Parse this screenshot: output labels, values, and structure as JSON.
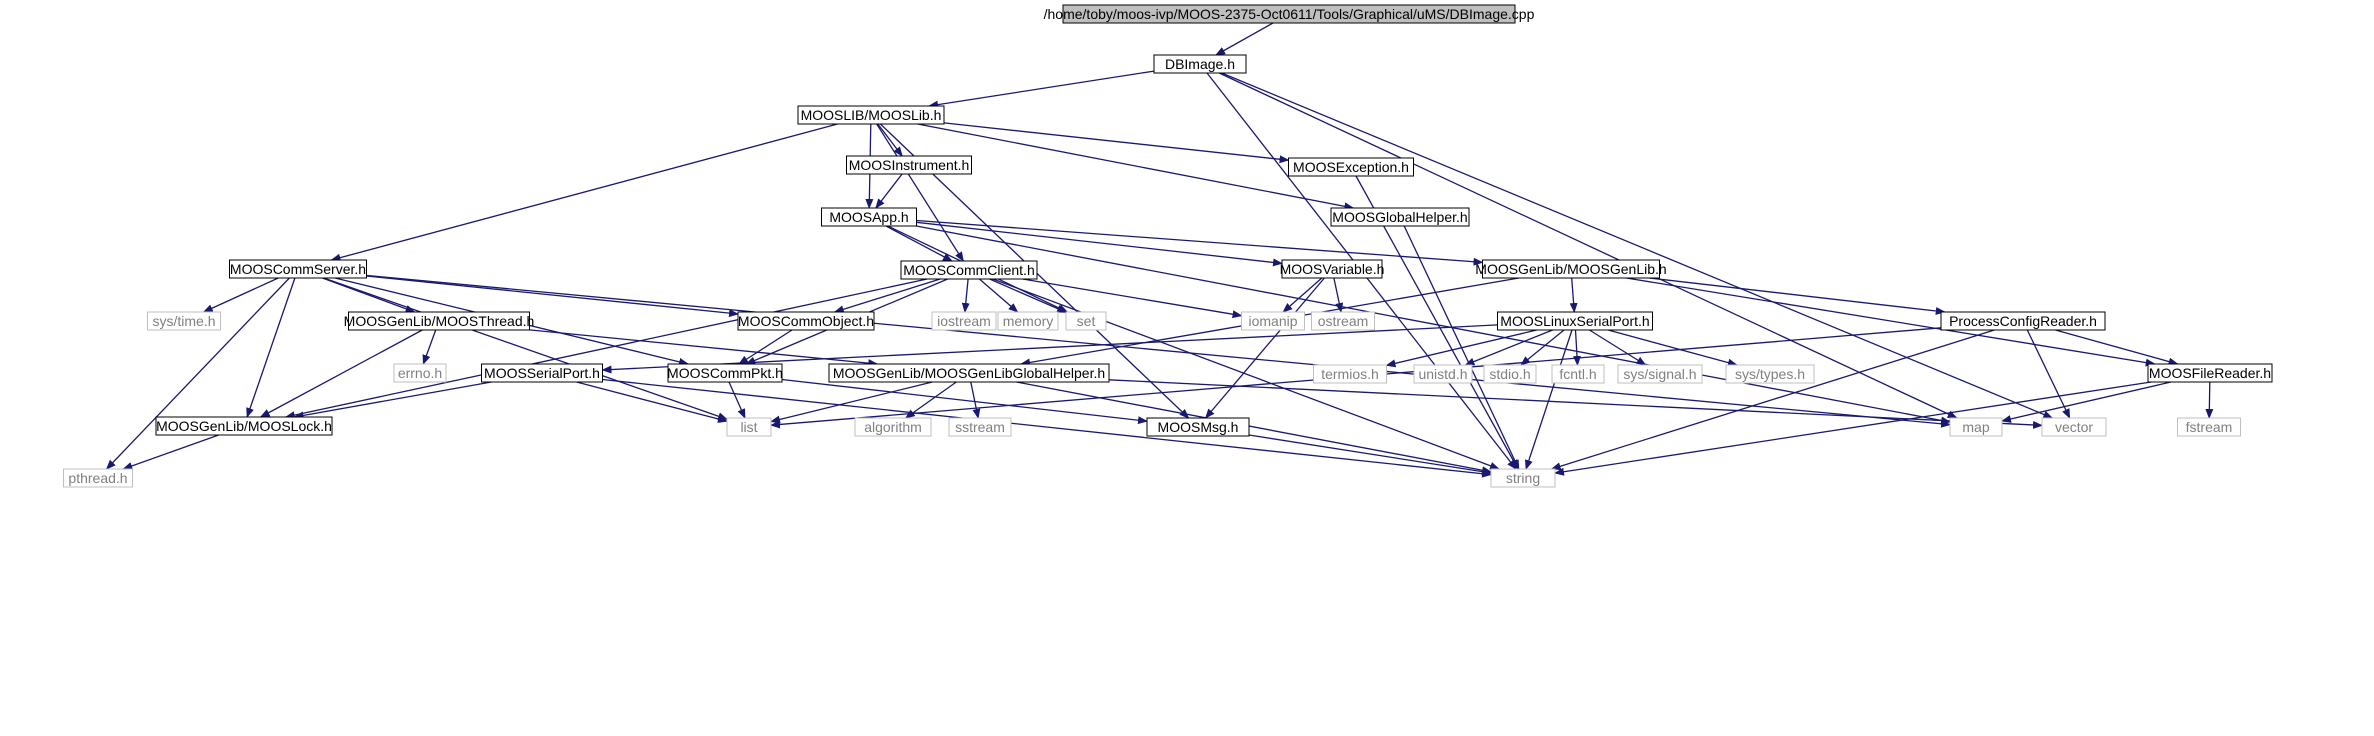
{
  "colors": {
    "edge": "#191970",
    "root_fill": "#bfbfbf",
    "header_stroke": "#000000",
    "system_stroke": "#bfbfbf",
    "node_fill": "#ffffff",
    "system_text": "#808080"
  },
  "nodes": [
    {
      "id": "root",
      "label": "/home/toby/moos-ivp/MOOS-2375-Oct0611/Tools/Graphical/uMS/DBImage.cpp",
      "kind": "root"
    },
    {
      "id": "dbimage",
      "label": "DBImage.h",
      "kind": "header"
    },
    {
      "id": "moosliblib",
      "label": "MOOSLIB/MOOSLib.h",
      "kind": "header"
    },
    {
      "id": "moosinstrument",
      "label": "MOOSInstrument.h",
      "kind": "header"
    },
    {
      "id": "moosexception",
      "label": "MOOSException.h",
      "kind": "header"
    },
    {
      "id": "moosapp",
      "label": "MOOSApp.h",
      "kind": "header"
    },
    {
      "id": "moosglobalhelper",
      "label": "MOOSGlobalHelper.h",
      "kind": "header"
    },
    {
      "id": "mooscommserver",
      "label": "MOOSCommServer.h",
      "kind": "header"
    },
    {
      "id": "mooscommclient",
      "label": "MOOSCommClient.h",
      "kind": "header"
    },
    {
      "id": "moosvariable",
      "label": "MOOSVariable.h",
      "kind": "header"
    },
    {
      "id": "moosgenlib",
      "label": "MOOSGenLib/MOOSGenLib.h",
      "kind": "header"
    },
    {
      "id": "systime",
      "label": "sys/time.h",
      "kind": "system"
    },
    {
      "id": "moosthread",
      "label": "MOOSGenLib/MOOSThread.h",
      "kind": "header"
    },
    {
      "id": "mooscommobject",
      "label": "MOOSCommObject.h",
      "kind": "header"
    },
    {
      "id": "iostream",
      "label": "iostream",
      "kind": "system"
    },
    {
      "id": "memory",
      "label": "memory",
      "kind": "system"
    },
    {
      "id": "set",
      "label": "set",
      "kind": "system"
    },
    {
      "id": "iomanip",
      "label": "iomanip",
      "kind": "system"
    },
    {
      "id": "ostream",
      "label": "ostream",
      "kind": "system"
    },
    {
      "id": "mooslinuxserial",
      "label": "MOOSLinuxSerialPort.h",
      "kind": "header"
    },
    {
      "id": "processconfig",
      "label": "ProcessConfigReader.h",
      "kind": "header"
    },
    {
      "id": "errno",
      "label": "errno.h",
      "kind": "system"
    },
    {
      "id": "moosserialport",
      "label": "MOOSSerialPort.h",
      "kind": "header"
    },
    {
      "id": "mooscommpkt",
      "label": "MOOSCommPkt.h",
      "kind": "header"
    },
    {
      "id": "moosgenlibglobal",
      "label": "MOOSGenLib/MOOSGenLibGlobalHelper.h",
      "kind": "header"
    },
    {
      "id": "termios",
      "label": "termios.h",
      "kind": "system"
    },
    {
      "id": "unistd",
      "label": "unistd.h",
      "kind": "system"
    },
    {
      "id": "stdio",
      "label": "stdio.h",
      "kind": "system"
    },
    {
      "id": "fcntl",
      "label": "fcntl.h",
      "kind": "system"
    },
    {
      "id": "syssignal",
      "label": "sys/signal.h",
      "kind": "system"
    },
    {
      "id": "systypes",
      "label": "sys/types.h",
      "kind": "system"
    },
    {
      "id": "moosfilereader",
      "label": "MOOSFileReader.h",
      "kind": "header"
    },
    {
      "id": "mooslock",
      "label": "MOOSGenLib/MOOSLock.h",
      "kind": "header"
    },
    {
      "id": "list",
      "label": "list",
      "kind": "system"
    },
    {
      "id": "algorithm",
      "label": "algorithm",
      "kind": "system"
    },
    {
      "id": "sstream",
      "label": "sstream",
      "kind": "system"
    },
    {
      "id": "moosmsg",
      "label": "MOOSMsg.h",
      "kind": "header"
    },
    {
      "id": "map",
      "label": "map",
      "kind": "system"
    },
    {
      "id": "vector",
      "label": "vector",
      "kind": "system"
    },
    {
      "id": "fstream",
      "label": "fstream",
      "kind": "system"
    },
    {
      "id": "pthread",
      "label": "pthread.h",
      "kind": "system"
    },
    {
      "id": "string",
      "label": "string",
      "kind": "system"
    }
  ],
  "edges": [
    [
      "root",
      "dbimage"
    ],
    [
      "dbimage",
      "moosliblib"
    ],
    [
      "dbimage",
      "string"
    ],
    [
      "dbimage",
      "map"
    ],
    [
      "dbimage",
      "vector"
    ],
    [
      "moosliblib",
      "moosinstrument"
    ],
    [
      "moosliblib",
      "moosexception"
    ],
    [
      "moosliblib",
      "moosapp"
    ],
    [
      "moosliblib",
      "moosglobalhelper"
    ],
    [
      "moosliblib",
      "mooscommserver"
    ],
    [
      "moosliblib",
      "mooscommclient"
    ],
    [
      "moosliblib",
      "moosmsg"
    ],
    [
      "moosinstrument",
      "moosapp"
    ],
    [
      "moosexception",
      "string"
    ],
    [
      "moosglobalhelper",
      "string"
    ],
    [
      "moosapp",
      "mooscommclient"
    ],
    [
      "moosapp",
      "moosvariable"
    ],
    [
      "moosapp",
      "moosgenlib"
    ],
    [
      "moosapp",
      "set"
    ],
    [
      "moosapp",
      "map"
    ],
    [
      "mooscommserver",
      "systime"
    ],
    [
      "mooscommserver",
      "moosthread"
    ],
    [
      "mooscommserver",
      "mooscommobject"
    ],
    [
      "mooscommserver",
      "mooscommpkt"
    ],
    [
      "mooscommserver",
      "mooslock"
    ],
    [
      "mooscommserver",
      "list"
    ],
    [
      "mooscommserver",
      "pthread"
    ],
    [
      "mooscommserver",
      "map"
    ],
    [
      "mooscommclient",
      "mooscommobject"
    ],
    [
      "mooscommclient",
      "iostream"
    ],
    [
      "mooscommclient",
      "memory"
    ],
    [
      "mooscommclient",
      "set"
    ],
    [
      "mooscommclient",
      "iomanip"
    ],
    [
      "mooscommclient",
      "mooscommpkt"
    ],
    [
      "mooscommclient",
      "mooslock"
    ],
    [
      "mooscommclient",
      "string"
    ],
    [
      "moosvariable",
      "iomanip"
    ],
    [
      "moosvariable",
      "ostream"
    ],
    [
      "moosvariable",
      "moosmsg"
    ],
    [
      "moosgenlib",
      "mooslinuxserial"
    ],
    [
      "moosgenlib",
      "processconfig"
    ],
    [
      "moosgenlib",
      "moosfilereader"
    ],
    [
      "moosgenlib",
      "moosgenlibglobal"
    ],
    [
      "moosthread",
      "errno"
    ],
    [
      "moosthread",
      "mooslock"
    ],
    [
      "moosthread",
      "moosgenlibglobal"
    ],
    [
      "mooscommobject",
      "mooscommpkt"
    ],
    [
      "mooslinuxserial",
      "moosserialport"
    ],
    [
      "mooslinuxserial",
      "termios"
    ],
    [
      "mooslinuxserial",
      "unistd"
    ],
    [
      "mooslinuxserial",
      "stdio"
    ],
    [
      "mooslinuxserial",
      "fcntl"
    ],
    [
      "mooslinuxserial",
      "syssignal"
    ],
    [
      "mooslinuxserial",
      "systypes"
    ],
    [
      "mooslinuxserial",
      "string"
    ],
    [
      "processconfig",
      "moosfilereader"
    ],
    [
      "processconfig",
      "vector"
    ],
    [
      "processconfig",
      "string"
    ],
    [
      "processconfig",
      "list"
    ],
    [
      "moosserialport",
      "mooslock"
    ],
    [
      "moosserialport",
      "list"
    ],
    [
      "moosserialport",
      "string"
    ],
    [
      "mooscommpkt",
      "list"
    ],
    [
      "mooscommpkt",
      "moosmsg"
    ],
    [
      "moosgenlibglobal",
      "list"
    ],
    [
      "moosgenlibglobal",
      "algorithm"
    ],
    [
      "moosgenlibglobal",
      "sstream"
    ],
    [
      "moosgenlibglobal",
      "string"
    ],
    [
      "moosgenlibglobal",
      "vector"
    ],
    [
      "moosfilereader",
      "map"
    ],
    [
      "moosfilereader",
      "fstream"
    ],
    [
      "moosfilereader",
      "string"
    ],
    [
      "mooslock",
      "pthread"
    ],
    [
      "moosmsg",
      "string"
    ]
  ]
}
